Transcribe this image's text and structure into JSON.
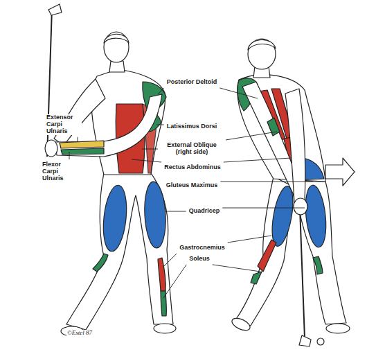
{
  "diagram": {
    "labels": [
      "Posterior Deltoid",
      "Extensor Carpi Ulnaris",
      "Latissimus Dorsi",
      "External Oblique (right side)",
      "Flexor Carpi Ulnaris",
      "Rectus Abdominus",
      "Gluteus Maximus",
      "Quadricep",
      "Gastrocnemius",
      "Soleus",
      "©Estel 87"
    ]
  }
}
